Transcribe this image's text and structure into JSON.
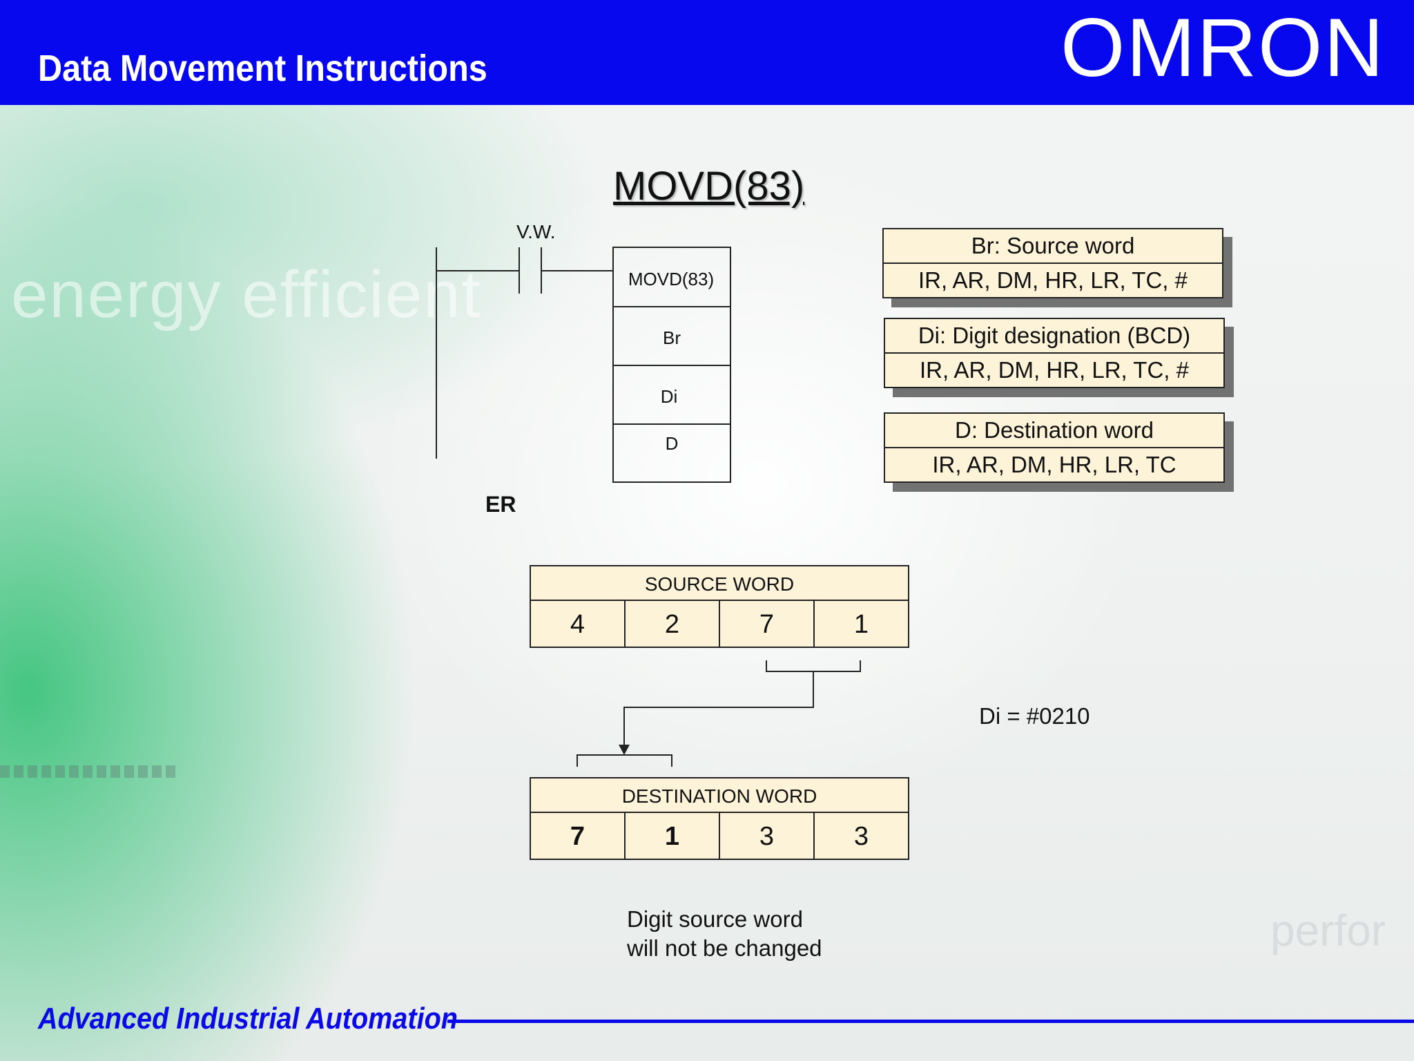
{
  "header": {
    "title": "Data Movement Instructions",
    "logo": "OMRON",
    "background_color": "#0808ee"
  },
  "background": {
    "watermark_left": "energy efficient",
    "watermark_right": "perfor"
  },
  "slide": {
    "title": "MOVD(83)"
  },
  "ladder": {
    "contact_label": "V.W.",
    "er_label": "ER",
    "block": {
      "name": "MOVD(83)",
      "operands": [
        "Br",
        "Di",
        "D"
      ]
    }
  },
  "operand_tables": [
    {
      "heading": "Br: Source word",
      "areas": "IR, AR, DM, HR, LR, TC, #"
    },
    {
      "heading": "Di: Digit designation (BCD)",
      "areas": "IR, AR, DM, HR, LR, TC, #"
    },
    {
      "heading": "D: Destination word",
      "areas": "IR, AR, DM, HR, LR, TC"
    }
  ],
  "source_word": {
    "label": "SOURCE WORD",
    "digits": [
      "4",
      "2",
      "7",
      "1"
    ]
  },
  "destination_word": {
    "label": "DESTINATION WORD",
    "digits": [
      "7",
      "1",
      "3",
      "3"
    ]
  },
  "di_value": "Di = #0210",
  "note": {
    "line1": "Digit source word",
    "line2": "will not be changed"
  },
  "footer": {
    "text": "Advanced Industrial Automation",
    "color": "#0a0ae6"
  },
  "colors": {
    "table_fill": "#fcf3d9"
  }
}
